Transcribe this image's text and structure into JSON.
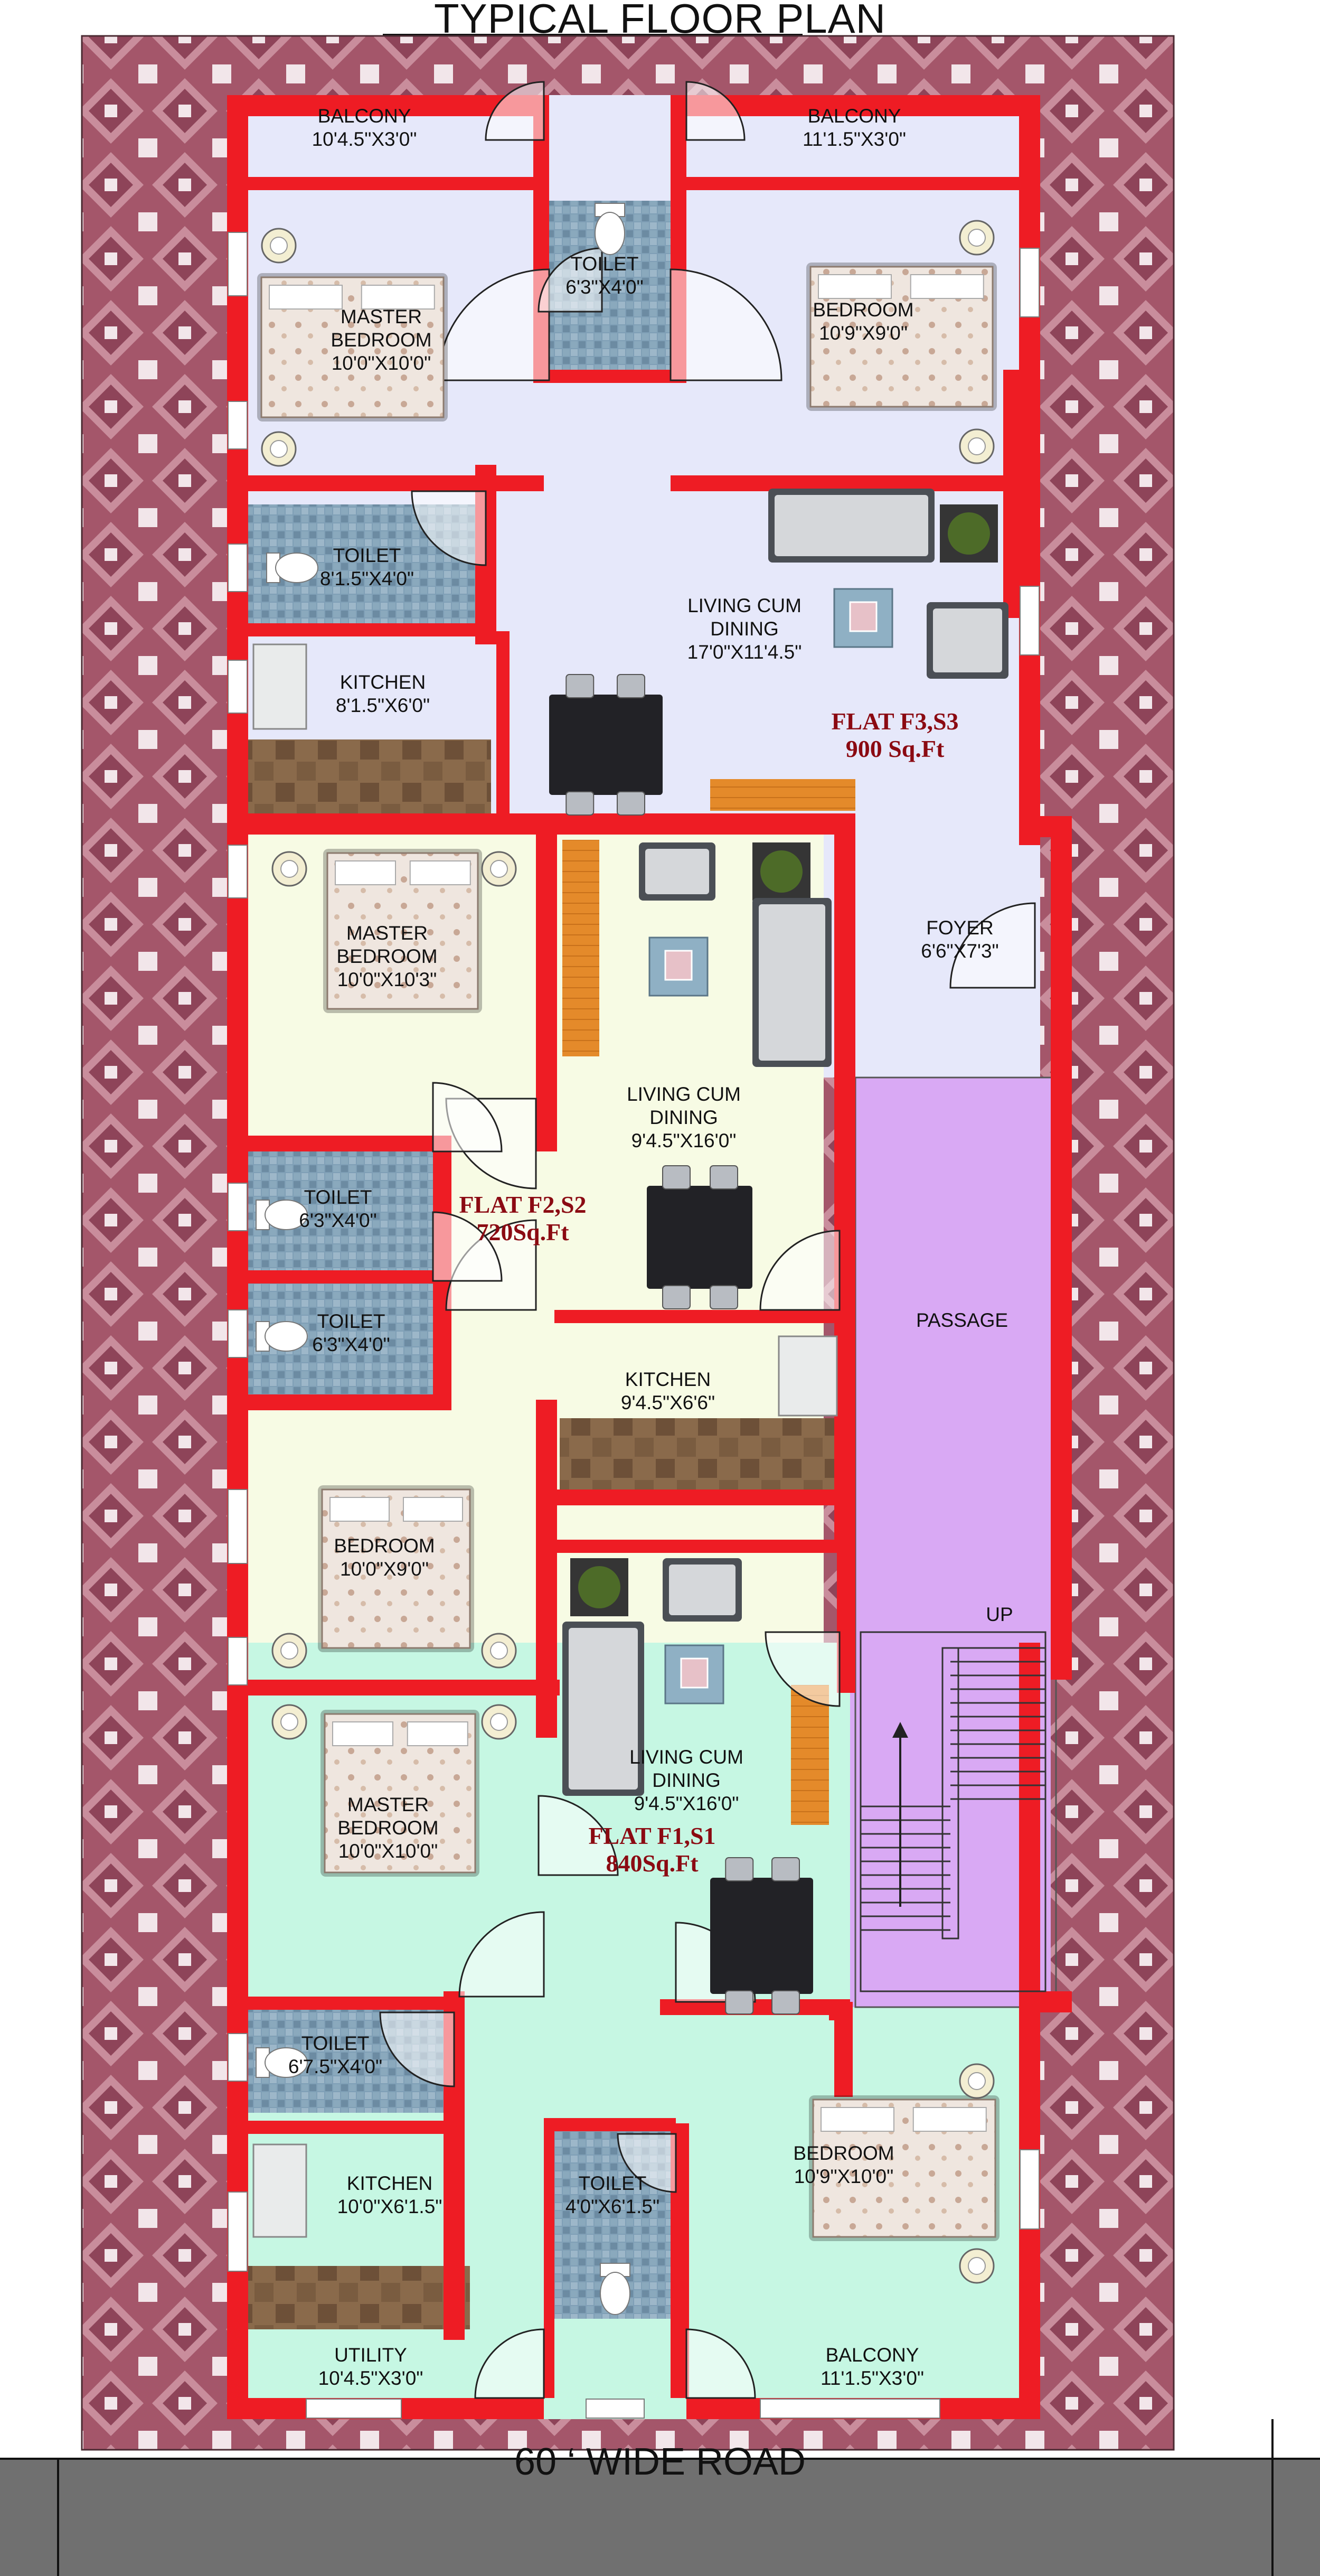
{
  "title": "TYPICAL FLOOR PLAN",
  "road": "60 ‘ WIDE ROAD",
  "colors": {
    "tile_bg": "#a4566a",
    "wall": "#ee1c24",
    "flat_f3": "#e6e8fa",
    "flat_f2": "#f7fbe4",
    "flat_f1": "#c6f7e3",
    "passage": "#d9a9f4",
    "toilet_tile": "#7f9fb6",
    "kitchen_floor": "#8a6a4b",
    "wood_strip": "#e48a2a",
    "road_fill": "#707070",
    "flat_label": "#8b0a12"
  },
  "rooms": {
    "balcony_tl": {
      "name": "BALCONY",
      "dim": "10'4.5\"X3'0\""
    },
    "balcony_tr": {
      "name": "BALCONY",
      "dim": "11'1.5\"X3'0\""
    },
    "master_bed_f3": {
      "name": "MASTER",
      "name2": "BEDROOM",
      "dim": "10'0\"X10'0\""
    },
    "toilet_f3_top": {
      "name": "TOILET",
      "dim": "6'3\"X4'0\""
    },
    "bedroom_f3": {
      "name": "BEDROOM",
      "dim": "10'9\"X9'0\""
    },
    "toilet_f3_left": {
      "name": "TOILET",
      "dim": "8'1.5\"X4'0\""
    },
    "living_f3": {
      "name": "LIVING CUM",
      "name2": "DINING",
      "dim": "17'0\"X11'4.5\""
    },
    "kitchen_f3": {
      "name": "KITCHEN",
      "dim": "8'1.5\"X6'0\""
    },
    "master_bed_f2": {
      "name": "MASTER",
      "name2": "BEDROOM",
      "dim": "10'0\"X10'3\""
    },
    "foyer": {
      "name": "FOYER",
      "dim": "6'6\"X7'3\""
    },
    "living_f2": {
      "name": "LIVING CUM",
      "name2": "DINING",
      "dim": "9'4.5\"X16'0\""
    },
    "toilet_f2_a": {
      "name": "TOILET",
      "dim": "6'3\"X4'0\""
    },
    "toilet_f2_b": {
      "name": "TOILET",
      "dim": "6'3\"X4'0\""
    },
    "kitchen_f2": {
      "name": "KITCHEN",
      "dim": "9'4.5\"X6'6\""
    },
    "bedroom_f2": {
      "name": "BEDROOM",
      "dim": "10'0\"X9'0\""
    },
    "master_bed_f1": {
      "name": "MASTER",
      "name2": "BEDROOM",
      "dim": "10'0\"X10'0\""
    },
    "living_f1": {
      "name": "LIVING CUM",
      "name2": "DINING",
      "dim": "9'4.5\"X16'0\""
    },
    "toilet_f1_left": {
      "name": "TOILET",
      "dim": "6'7.5\"X4'0\""
    },
    "kitchen_f1": {
      "name": "KITCHEN",
      "dim": "10'0\"X6'1.5\""
    },
    "toilet_f1_mid": {
      "name": "TOILET",
      "dim": "4'0\"X6'1.5\""
    },
    "bedroom_f1": {
      "name": "BEDROOM",
      "dim": "10'9\"X10'0\""
    },
    "utility": {
      "name": "UTILITY",
      "dim": "10'4.5\"X3'0\""
    },
    "balcony_bottom": {
      "name": "BALCONY",
      "dim": "11'1.5\"X3'0\""
    }
  },
  "passage": "PASSAGE",
  "stair_up": "UP",
  "flats": {
    "f3": {
      "name": "FLAT F3,S3",
      "area": "900 Sq.Ft"
    },
    "f2": {
      "name": "FLAT F2,S2",
      "area": "720Sq.Ft"
    },
    "f1": {
      "name": "FLAT F1,S1",
      "area": "840Sq.Ft"
    }
  }
}
